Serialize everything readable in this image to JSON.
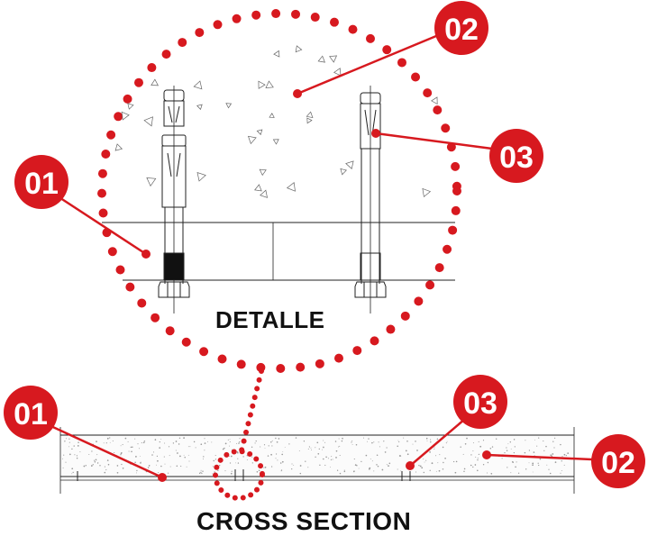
{
  "detail_title": "DETALLE",
  "section_title": "CROSS SECTION",
  "callouts": {
    "c01_detail": "01",
    "c02_detail": "02",
    "c03_detail": "03",
    "c01_section": "01",
    "c03_section": "03",
    "c02_section": "02"
  },
  "colors": {
    "accent": "#d7191f",
    "line": "#222222",
    "callout_text": "#ffffff",
    "background": "#ffffff"
  }
}
